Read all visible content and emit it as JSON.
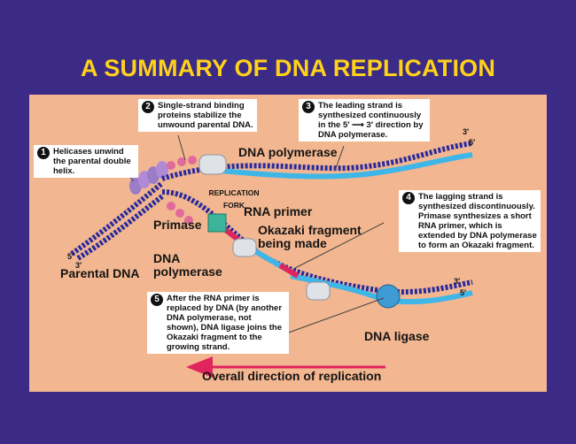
{
  "title": "A SUMMARY OF DNA REPLICATION",
  "steps": [
    {
      "number": "1",
      "text": "Helicases unwind the parental double helix."
    },
    {
      "number": "2",
      "text": "Single-strand binding proteins stabilize the unwound parental DNA."
    },
    {
      "number": "3",
      "text": "The leading strand is synthesized continuously in the 5′ ⟶ 3′ direction by DNA polymerase."
    },
    {
      "number": "4",
      "text": "The lagging strand is synthesized discontinuously. Primase synthesizes a short RNA primer, which is extended by DNA polymerase to form an Okazaki fragment."
    },
    {
      "number": "5",
      "text": "After the RNA primer is replaced by DNA (by another DNA polymerase, not shown), DNA ligase joins the Okazaki fragment to the growing strand."
    }
  ],
  "labels": {
    "dna_polymerase_top": "DNA polymerase",
    "replication_fork": "REPLICATION FORK",
    "rna_primer": "RNA primer",
    "primase": "Primase",
    "okazaki": "Okazaki fragment being made",
    "dna_polymerase_left": "DNA polymerase",
    "parental_dna": "Parental DNA",
    "dna_ligase": "DNA ligase",
    "direction": "Overall direction of replication"
  },
  "ends": {
    "top_right_3": "3′",
    "top_right_5": "5′",
    "left_5": "5′",
    "left_3": "3′",
    "bottom_right_3": "3′",
    "bottom_right_5": "5′"
  },
  "colors": {
    "background": "#3b2a86",
    "title": "#ffd21a",
    "panel": "#f2b690",
    "parental_strand": "#2a2a9e",
    "new_strand": "#3fb6e8",
    "primer": "#e0245e",
    "arrow": "#e0245e"
  }
}
